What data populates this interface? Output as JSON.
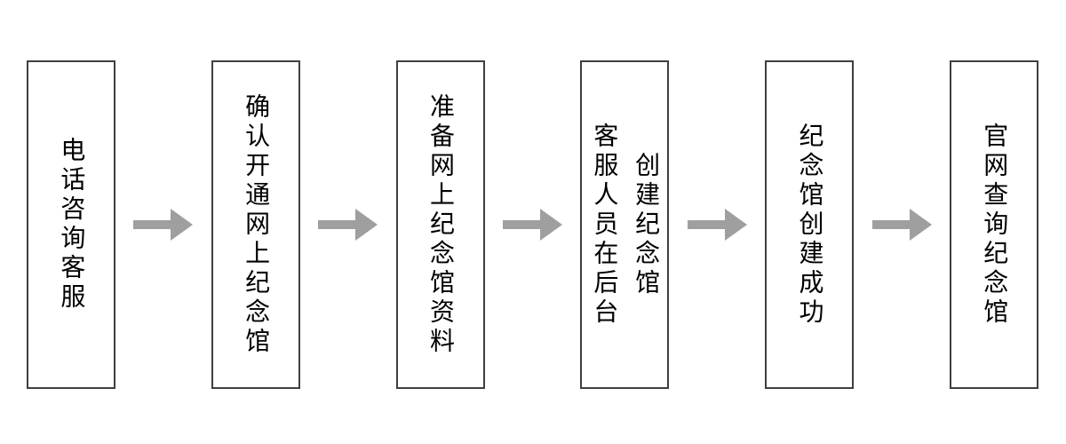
{
  "colors": {
    "background": "#ffffff",
    "box_border": "#3f3f3f",
    "text": "#000000",
    "arrow": "#9f9f9f"
  },
  "flow": {
    "steps": [
      {
        "lines": [
          "电话咨询客服"
        ]
      },
      {
        "lines": [
          "确认开通网上纪念馆"
        ]
      },
      {
        "lines": [
          "准备网上纪念馆资料"
        ]
      },
      {
        "lines": [
          "客服人员在后台",
          "创建纪念馆"
        ]
      },
      {
        "lines": [
          "纪念馆创建成功"
        ]
      },
      {
        "lines": [
          "官网查询纪念馆"
        ]
      }
    ]
  }
}
